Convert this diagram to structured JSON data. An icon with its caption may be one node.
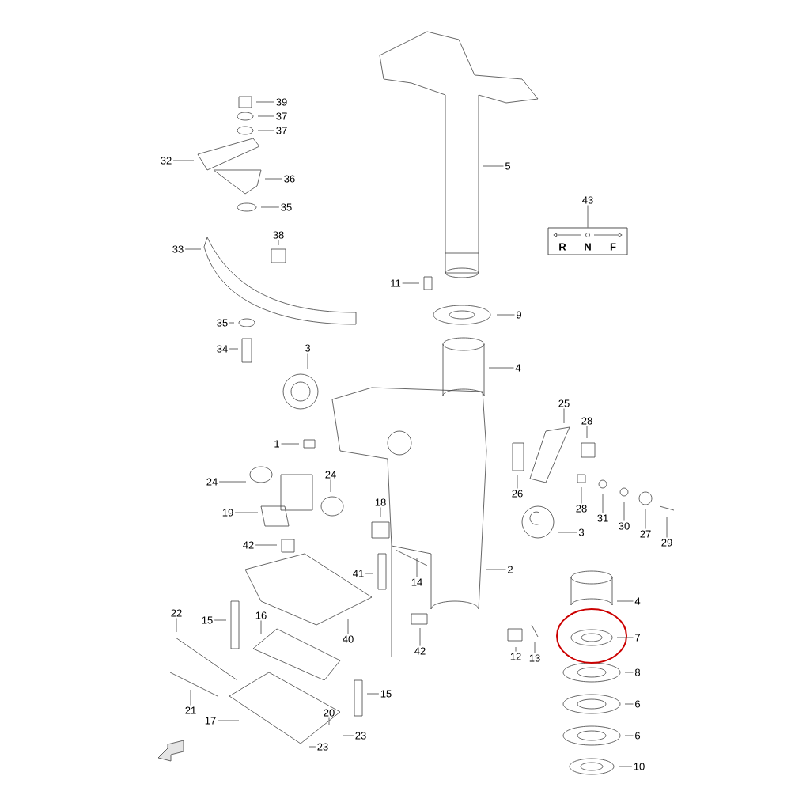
{
  "diagram": {
    "nodes": [
      {
        "text": [
          "39"
        ]
      },
      {
        "text": [
          "37"
        ]
      },
      {
        "text": [
          "37"
        ]
      },
      {
        "text": [
          "32"
        ]
      },
      {
        "text": [
          "36"
        ]
      },
      {
        "text": [
          "35"
        ]
      },
      {
        "text": [
          "38"
        ]
      },
      {
        "text": [
          "33"
        ]
      },
      {
        "text": [
          "11"
        ]
      },
      {
        "text": [
          "5"
        ]
      },
      {
        "text": [
          "9"
        ]
      },
      {
        "text": [
          "43"
        ]
      },
      {
        "text": [
          "R",
          "N",
          "F"
        ]
      },
      {
        "text": [
          "35"
        ]
      },
      {
        "text": [
          "34"
        ]
      },
      {
        "text": [
          "3"
        ]
      },
      {
        "text": [
          "4"
        ]
      },
      {
        "text": [
          "25"
        ]
      },
      {
        "text": [
          "28"
        ]
      },
      {
        "text": [
          "1"
        ]
      },
      {
        "text": [
          "24"
        ]
      },
      {
        "text": [
          "24"
        ]
      },
      {
        "text": [
          "26"
        ]
      },
      {
        "text": [
          "28"
        ]
      },
      {
        "text": [
          "31"
        ]
      },
      {
        "text": [
          "30"
        ]
      },
      {
        "text": [
          "27"
        ]
      },
      {
        "text": [
          "29"
        ]
      },
      {
        "text": [
          "19"
        ]
      },
      {
        "text": [
          "3"
        ]
      },
      {
        "text": [
          "18"
        ]
      },
      {
        "text": [
          "42"
        ]
      },
      {
        "text": [
          "41"
        ]
      },
      {
        "text": [
          "14"
        ]
      },
      {
        "text": [
          "2"
        ]
      },
      {
        "text": [
          "4"
        ]
      },
      {
        "text": [
          "22"
        ]
      },
      {
        "text": [
          "15"
        ]
      },
      {
        "text": [
          "16"
        ]
      },
      {
        "text": [
          "40"
        ]
      },
      {
        "text": [
          "7"
        ]
      },
      {
        "text": [
          "42"
        ]
      },
      {
        "text": [
          "12"
        ]
      },
      {
        "text": [
          "13"
        ]
      },
      {
        "text": [
          "8"
        ]
      },
      {
        "text": [
          "15"
        ]
      },
      {
        "text": [
          "6"
        ]
      },
      {
        "text": [
          "21"
        ]
      },
      {
        "text": [
          "20"
        ]
      },
      {
        "text": [
          "17"
        ]
      },
      {
        "text": [
          "6"
        ]
      },
      {
        "text": [
          "23"
        ]
      },
      {
        "text": [
          "23"
        ]
      },
      {
        "text": [
          "10"
        ]
      }
    ],
    "edges": [
      {
        "from": 0,
        "to": null,
        "arrow": "none"
      },
      {
        "from": 1,
        "to": null,
        "arrow": "none"
      },
      {
        "from": 2,
        "to": null,
        "arrow": "none"
      },
      {
        "from": 3,
        "to": null,
        "arrow": "none"
      },
      {
        "from": 4,
        "to": null,
        "arrow": "none"
      },
      {
        "from": 5,
        "to": null,
        "arrow": "none"
      },
      {
        "from": 6,
        "to": null,
        "arrow": "none"
      },
      {
        "from": 7,
        "to": null,
        "arrow": "none"
      },
      {
        "from": 8,
        "to": null,
        "arrow": "none"
      },
      {
        "from": 9,
        "to": null,
        "arrow": "none"
      },
      {
        "from": 10,
        "to": null,
        "arrow": "none"
      },
      {
        "from": 11,
        "to": 12,
        "arrow": "none"
      },
      {
        "from": 13,
        "to": null,
        "arrow": "none"
      },
      {
        "from": 14,
        "to": null,
        "arrow": "none"
      },
      {
        "from": 15,
        "to": null,
        "arrow": "none"
      },
      {
        "from": 16,
        "to": null,
        "arrow": "none"
      },
      {
        "from": 17,
        "to": null,
        "arrow": "none"
      },
      {
        "from": 18,
        "to": null,
        "arrow": "none"
      },
      {
        "from": 19,
        "to": null,
        "arrow": "none"
      },
      {
        "from": 20,
        "to": null,
        "arrow": "none"
      },
      {
        "from": 21,
        "to": null,
        "arrow": "none"
      },
      {
        "from": 22,
        "to": null,
        "arrow": "none"
      },
      {
        "from": 23,
        "to": null,
        "arrow": "none"
      },
      {
        "from": 24,
        "to": null,
        "arrow": "none"
      },
      {
        "from": 25,
        "to": null,
        "arrow": "none"
      },
      {
        "from": 26,
        "to": null,
        "arrow": "none"
      },
      {
        "from": 27,
        "to": null,
        "arrow": "none"
      },
      {
        "from": 28,
        "to": null,
        "arrow": "none"
      },
      {
        "from": 29,
        "to": null,
        "arrow": "none"
      },
      {
        "from": 30,
        "to": null,
        "arrow": "none"
      },
      {
        "from": 31,
        "to": null,
        "arrow": "none"
      },
      {
        "from": 32,
        "to": null,
        "arrow": "none"
      },
      {
        "from": 33,
        "to": null,
        "arrow": "none"
      },
      {
        "from": 34,
        "to": null,
        "arrow": "none"
      },
      {
        "from": 35,
        "to": null,
        "arrow": "none"
      },
      {
        "from": 36,
        "to": null,
        "arrow": "none"
      },
      {
        "from": 37,
        "to": null,
        "arrow": "none"
      },
      {
        "from": 38,
        "to": null,
        "arrow": "none"
      },
      {
        "from": 39,
        "to": null,
        "arrow": "none"
      },
      {
        "from": 40,
        "to": null,
        "arrow": "none"
      },
      {
        "from": 41,
        "to": null,
        "arrow": "none"
      },
      {
        "from": 42,
        "to": null,
        "arrow": "none"
      },
      {
        "from": 43,
        "to": null,
        "arrow": "none"
      },
      {
        "from": 44,
        "to": null,
        "arrow": "none"
      },
      {
        "from": 45,
        "to": null,
        "arrow": "none"
      },
      {
        "from": 46,
        "to": null,
        "arrow": "none"
      },
      {
        "from": 47,
        "to": null,
        "arrow": "none"
      },
      {
        "from": 48,
        "to": null,
        "arrow": "none"
      },
      {
        "from": 49,
        "to": null,
        "arrow": "none"
      },
      {
        "from": 50,
        "to": null,
        "arrow": "none"
      },
      {
        "from": 51,
        "to": null,
        "arrow": "none"
      },
      {
        "from": 52,
        "to": null,
        "arrow": "none"
      },
      {
        "from": 53,
        "to": null,
        "arrow": "none"
      }
    ]
  }
}
